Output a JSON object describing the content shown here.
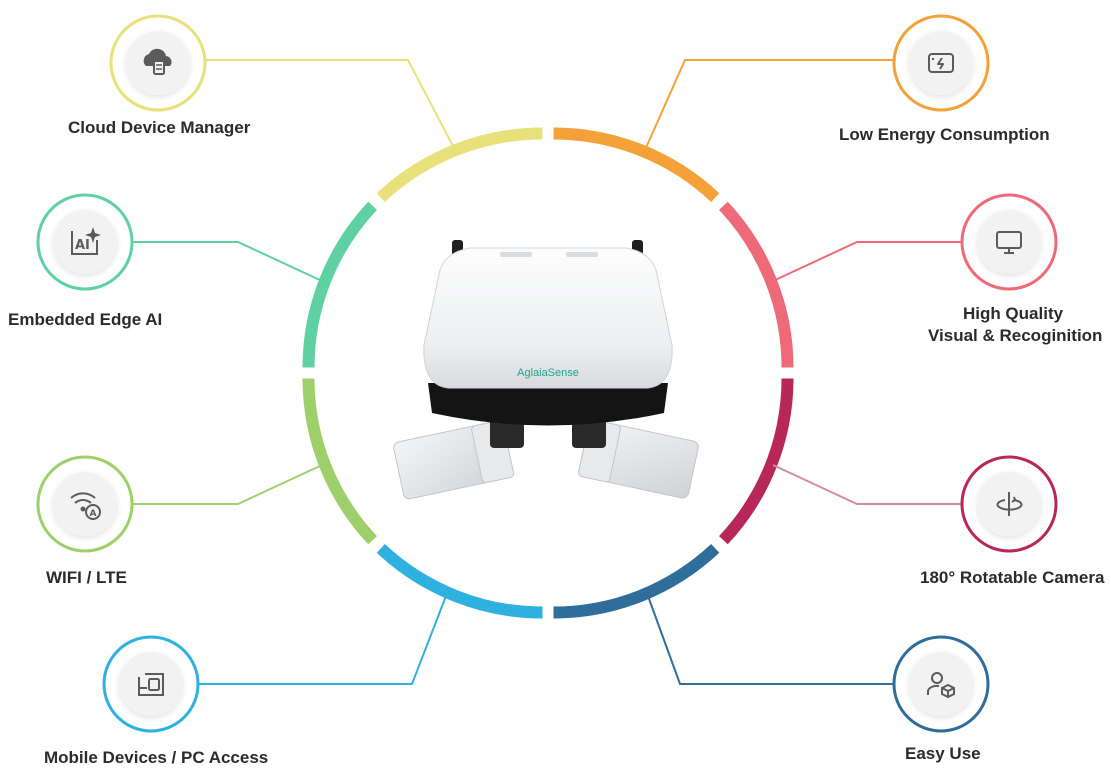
{
  "features": [
    {
      "key": "cloud",
      "label": "Cloud Device Manager",
      "color": "#e8e17a",
      "icon": "cloud-server-icon"
    },
    {
      "key": "energy",
      "label": "Low Energy Consumption",
      "color": "#f5a13a",
      "icon": "battery-charging-icon"
    },
    {
      "key": "ai",
      "label": "Embedded Edge AI",
      "color": "#5fd0a1",
      "icon": "ai-sparkle-icon"
    },
    {
      "key": "visual",
      "label_line1": "High Quality",
      "label_line2": "Visual & Recoginition",
      "color": "#ee6a78",
      "icon": "monitor-icon"
    },
    {
      "key": "wifi",
      "label": "WIFI / LTE",
      "color": "#9fcf6b",
      "icon": "wifi-antenna-icon"
    },
    {
      "key": "rotate",
      "label": "180° Rotatable Camera",
      "color": "#b7275a",
      "icon": "rotate-camera-icon"
    },
    {
      "key": "mobile",
      "label": "Mobile Devices / PC Access",
      "color": "#2fb1e0",
      "icon": "mobile-pc-icon"
    },
    {
      "key": "easy",
      "label": "Easy Use",
      "color": "#2f6d9b",
      "icon": "user-cube-icon"
    }
  ],
  "product": {
    "brand_text": "AglaiaSense",
    "image": "camera-device-image"
  }
}
